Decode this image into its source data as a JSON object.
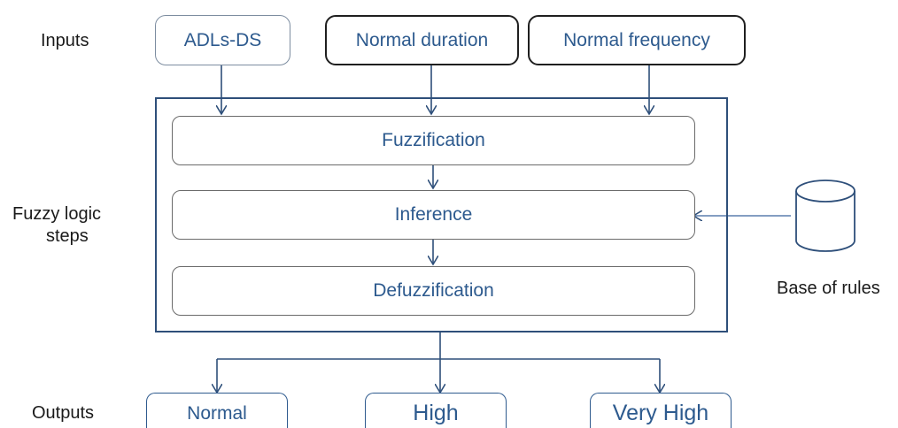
{
  "labels": {
    "inputs": "Inputs",
    "steps_line1": "Fuzzy logic",
    "steps_line2": "steps",
    "outputs": "Outputs",
    "rules": "Base of rules"
  },
  "inputs": [
    "ADLs-DS",
    "Normal duration",
    "Normal frequency"
  ],
  "steps": [
    "Fuzzification",
    "Inference",
    "Defuzzification"
  ],
  "outputs": [
    "Normal",
    "High",
    "Very High"
  ],
  "colors": {
    "text_blue": "#2d5a8e",
    "frame_blue": "#2e4f7a",
    "arrow_blue": "#2e4f7a",
    "label_black": "#1a1a1a"
  }
}
